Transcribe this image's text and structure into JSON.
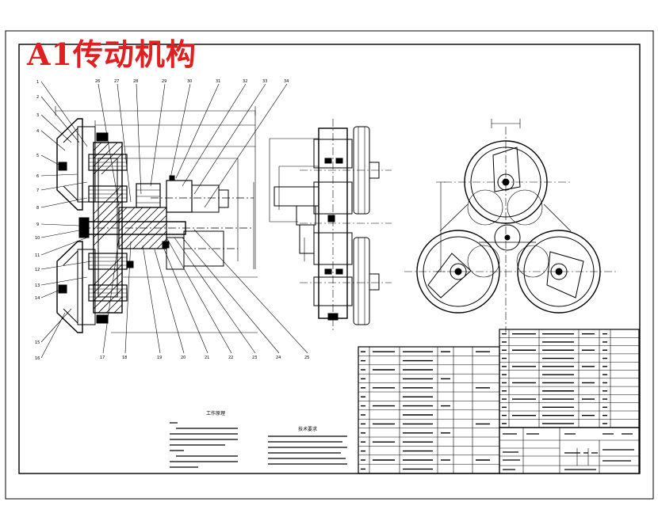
{
  "title": "A1传动机构",
  "callouts_left": [
    "1",
    "2",
    "3",
    "4",
    "5",
    "6",
    "7",
    "8",
    "9",
    "10",
    "11",
    "12",
    "13",
    "14",
    "15",
    "16"
  ],
  "callouts_top": [
    "26",
    "27",
    "28",
    "29",
    "30",
    "31",
    "32",
    "33",
    "34"
  ],
  "callouts_bottom": [
    "17",
    "18",
    "19",
    "20",
    "21",
    "22",
    "23",
    "24",
    "25"
  ],
  "notes": {
    "work_title": "工作原理",
    "tech_title": "技术要求"
  },
  "colors": {
    "line": "#000000",
    "title": "#e02020",
    "paper": "#ffffff"
  }
}
